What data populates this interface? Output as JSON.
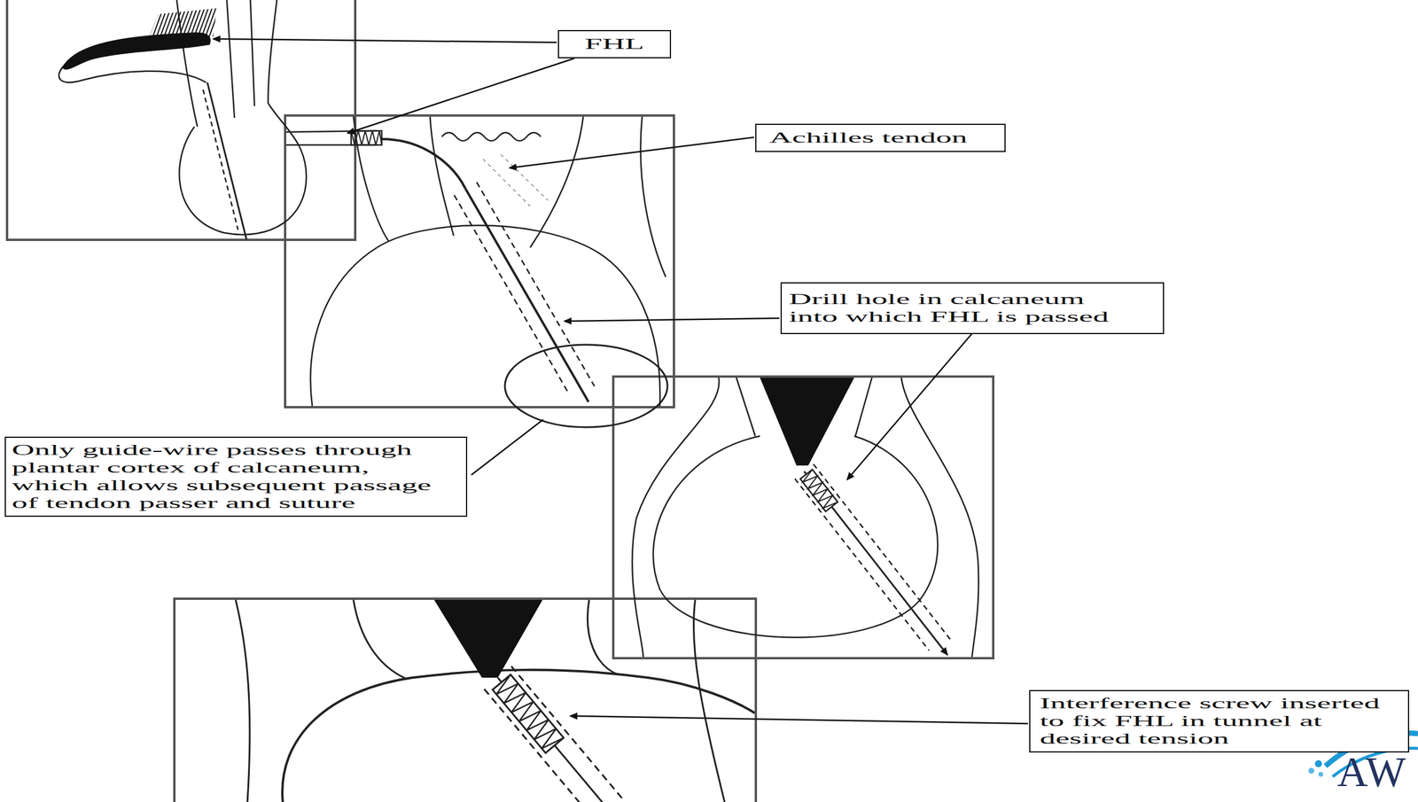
{
  "diagram": {
    "nodes": [
      {
        "text": [
          "FHL"
        ]
      },
      {
        "text": [
          "Achilles tendon"
        ]
      },
      {
        "text": [
          "Drill hole in calcaneum into which FHL is passed"
        ]
      },
      {
        "text": [
          "Only guide-wire passes through plantar cortex of calcaneum, which allows subsequent passage of tendon passer and suture"
        ]
      },
      {
        "text": [
          "Interference screw inserted to fix FHL in tunnel at desired tension"
        ]
      }
    ],
    "labels": [
      "AW"
    ]
  }
}
